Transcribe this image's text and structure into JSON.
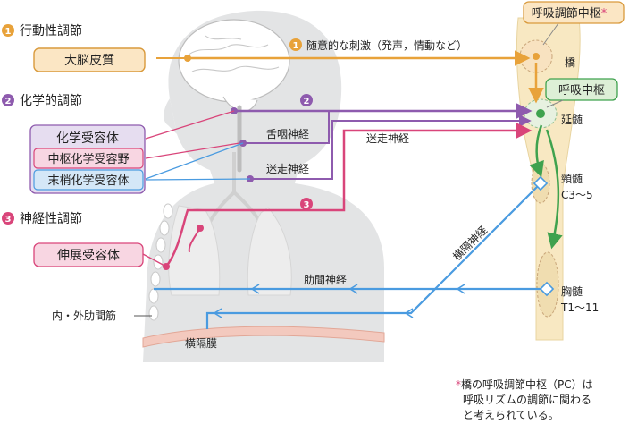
{
  "sections": {
    "behavioral": {
      "number": "1",
      "title": "行動性調節"
    },
    "chemical": {
      "number": "2",
      "title": "化学的調節"
    },
    "neural": {
      "number": "3",
      "title": "神経性調節"
    }
  },
  "boxes": {
    "cerebral_cortex": "大脳皮質",
    "chemoreceptor": "化学受容体",
    "central_chemo": "中枢化学受容野",
    "peripheral_chemo": "末梢化学受容体",
    "stretch_receptor": "伸展受容体",
    "pneumotaxic_center": "呼吸調節中枢",
    "pneumotaxic_mark": "*",
    "respiratory_center": "呼吸中枢"
  },
  "arrows": {
    "voluntary": {
      "number": "1",
      "text": "随意的な刺激（発声，情動など）"
    },
    "chemical_number": "2",
    "neural_number": "3"
  },
  "nerves": {
    "glossopharyngeal": "舌咽神経",
    "vagus_upper": "迷走神経",
    "vagus_lower": "迷走神経",
    "phrenic": "横隔神経",
    "intercostal": "肋間神経"
  },
  "anatomy": {
    "pons": "橋",
    "medulla": "延髄",
    "cervical": "頸髄",
    "cervical_seg": "C3〜5",
    "thoracic": "胸髄",
    "thoracic_seg": "T1〜11",
    "intercostal_muscles": "内・外肋間筋",
    "diaphragm": "横隔膜"
  },
  "footnote": {
    "mark": "*",
    "line1": "橋の呼吸調節中枢（PC）は",
    "line2": "呼吸リズムの調節に関わる",
    "line3": "と考えられている。"
  },
  "colors": {
    "behavioral": "#E8A23A",
    "chemical": "#8E5BAE",
    "neural": "#D9457A",
    "motor": "#4A9BE0",
    "center": "#3FA24E",
    "body": "#E3E4E5",
    "spine": "#F8E8C2"
  }
}
